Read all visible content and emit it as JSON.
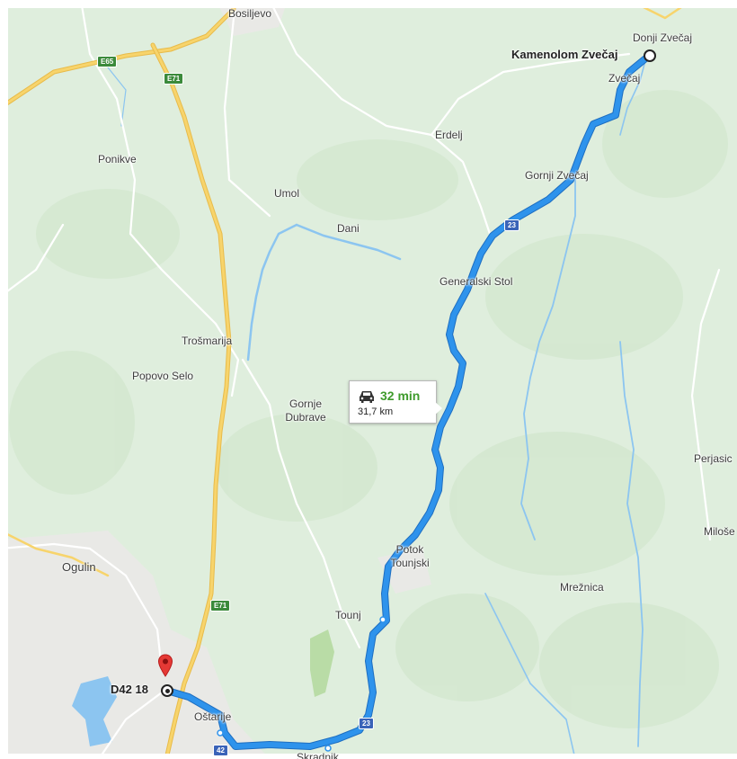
{
  "map": {
    "origin": {
      "label": "Kamenolom Zvečaj"
    },
    "destination": {
      "label": "D42 18"
    },
    "route_info": {
      "duration": "32 min",
      "distance": "31,7 km",
      "icon": "car-icon"
    },
    "places": {
      "bosiljevo": "Bosiljevo",
      "donji_zvecaj": "Donji Zvečaj",
      "zvecaj": "Zvečaj",
      "erdelj": "Erdelj",
      "ponikve": "Ponikve",
      "umol": "Umol",
      "gornji_zvecaj": "Gornji Zvečaj",
      "dani": "Dani",
      "generalski_stol": "Generalski Stol",
      "trosmarija": "Trošmarija",
      "popovo_selo": "Popovo Selo",
      "gornje_dubrave_1": "Gornje",
      "gornje_dubrave_2": "Dubrave",
      "perjasica": "Perjasic",
      "milose": "Miloše",
      "potok_1": "Potok",
      "potok_2": "Tounjski",
      "ogulin": "Ogulin",
      "mreznica": "Mrežnica",
      "tounj": "Tounj",
      "ostarije": "Oštarije",
      "skradnik": "Skradnik"
    },
    "shields": {
      "e65": "E65",
      "e71_top": "E71",
      "e71_bottom": "E71",
      "r23_top": "23",
      "r23_bottom": "23",
      "r42": "42"
    },
    "colors": {
      "land": "#dfeedd",
      "water": "#8cc5f0",
      "route": "#2e93ec",
      "major_road": "#f7d46c",
      "shield_green": "#3b8a3b",
      "shield_blue": "#3a63b8",
      "duration_green": "#3f9b2c"
    }
  }
}
